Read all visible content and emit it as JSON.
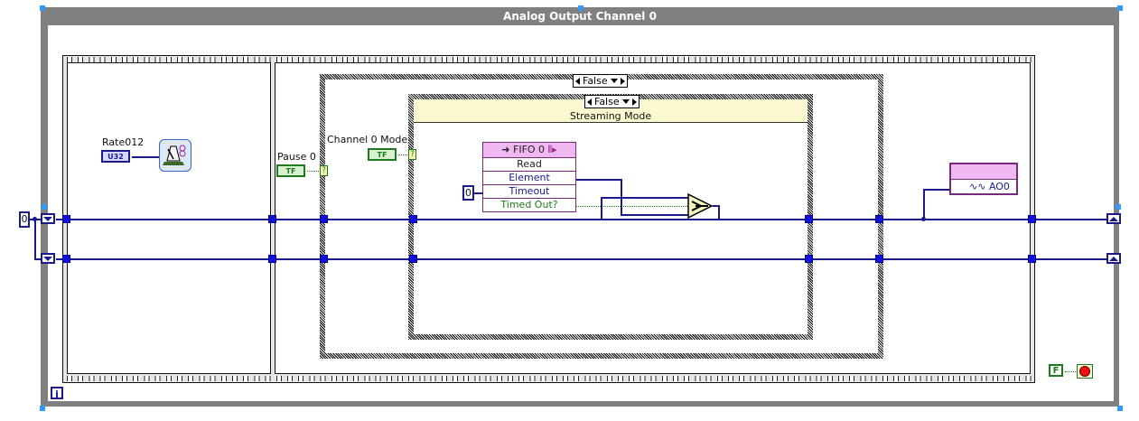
{
  "loop": {
    "title": "Analog Output Channel 0",
    "iteration_terminal": "i",
    "init_constant": "0"
  },
  "frame1": {
    "rate_label": "Rate012",
    "rate_type": "U32",
    "wait_icon": "metronome-wait-icon"
  },
  "frame2": {
    "pause_label": "Pause 0",
    "pause_type": "TF",
    "condition_terminal": "?",
    "outer_case": {
      "selector": "False"
    },
    "mode_label": "Channel 0 Mode",
    "mode_type": "TF",
    "inner_case": {
      "selector": "False",
      "title": "Streaming Mode"
    },
    "fifo": {
      "name": "FIFO 0",
      "method": "Read",
      "outputs": [
        "Element",
        "Timeout",
        "Timed Out?"
      ],
      "timeout_constant": "0"
    },
    "select_node": "select-icon",
    "ao_node": {
      "label": "AO0"
    }
  },
  "stop": {
    "constant": "F"
  },
  "colors": {
    "wire_numeric": "#1a1a8c",
    "wire_boolean": "#1f7a1f",
    "fpga_node": "#f0b8f0",
    "loop_frame": "#808080",
    "case_title_bg": "#fbf9d0"
  }
}
